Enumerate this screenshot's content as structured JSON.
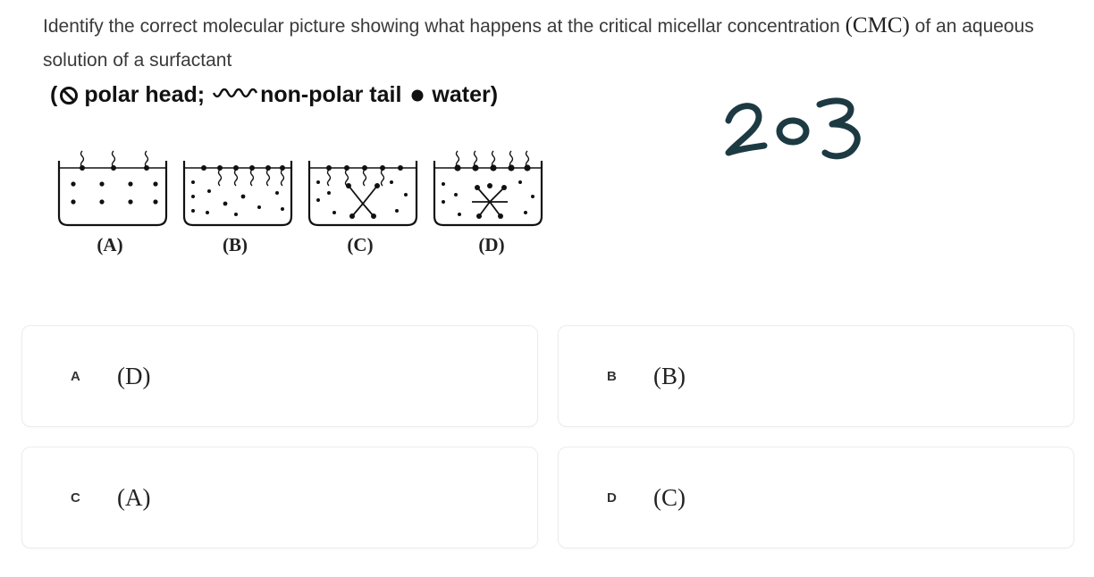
{
  "question": {
    "text_before": "Identify the correct molecular picture showing what happens at the critical micellar concentration ",
    "cmc": "(CMC)",
    "text_after": " of an aqueous solution of a surfactant"
  },
  "legend": {
    "open": "(",
    "polar_head": "polar head;",
    "nonpolar_tail": "non-polar tail",
    "water": "water)"
  },
  "annotation": "203",
  "diagram": {
    "labels": [
      "(A)",
      "(B)",
      "(C)",
      "(D)"
    ]
  },
  "options": [
    {
      "letter": "A",
      "value": "(D)"
    },
    {
      "letter": "B",
      "value": "(B)"
    },
    {
      "letter": "C",
      "value": "(A)"
    },
    {
      "letter": "D",
      "value": "(C)"
    }
  ]
}
